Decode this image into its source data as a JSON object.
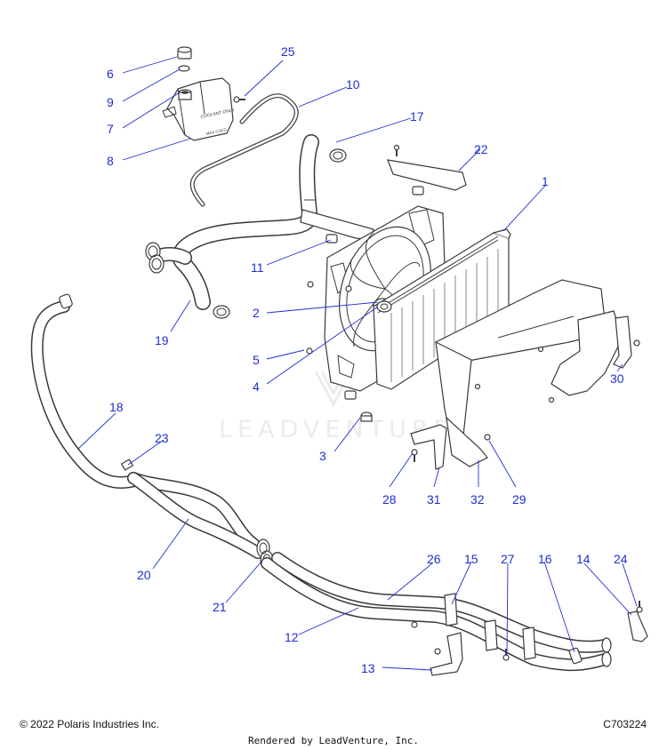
{
  "watermark": "LEADVENTURE",
  "footer": {
    "copyright": "© 2022 Polaris Industries Inc.",
    "drawing_id": "C703224",
    "rendered_by": "Rendered by LeadVenture, Inc."
  },
  "tank_labels": {
    "coolant_only": "COOLANT ONLY",
    "max_cold": "MAX COLD"
  },
  "callouts": {
    "c1": "1",
    "c2": "2",
    "c3": "3",
    "c4": "4",
    "c5": "5",
    "c6": "6",
    "c7": "7",
    "c8": "8",
    "c9": "9",
    "c10": "10",
    "c11": "11",
    "c12": "12",
    "c13": "13",
    "c14": "14",
    "c15": "15",
    "c16": "16",
    "c17": "17",
    "c18": "18",
    "c19": "19",
    "c20": "20",
    "c21": "21",
    "c22": "22",
    "c23": "23",
    "c24": "24",
    "c25": "25",
    "c26": "26",
    "c27": "27",
    "c28": "28",
    "c29": "29",
    "c30": "30",
    "c31": "31",
    "c32": "32"
  },
  "colors": {
    "callout": "#1e2fd0",
    "linework": "#3a3a3a"
  }
}
